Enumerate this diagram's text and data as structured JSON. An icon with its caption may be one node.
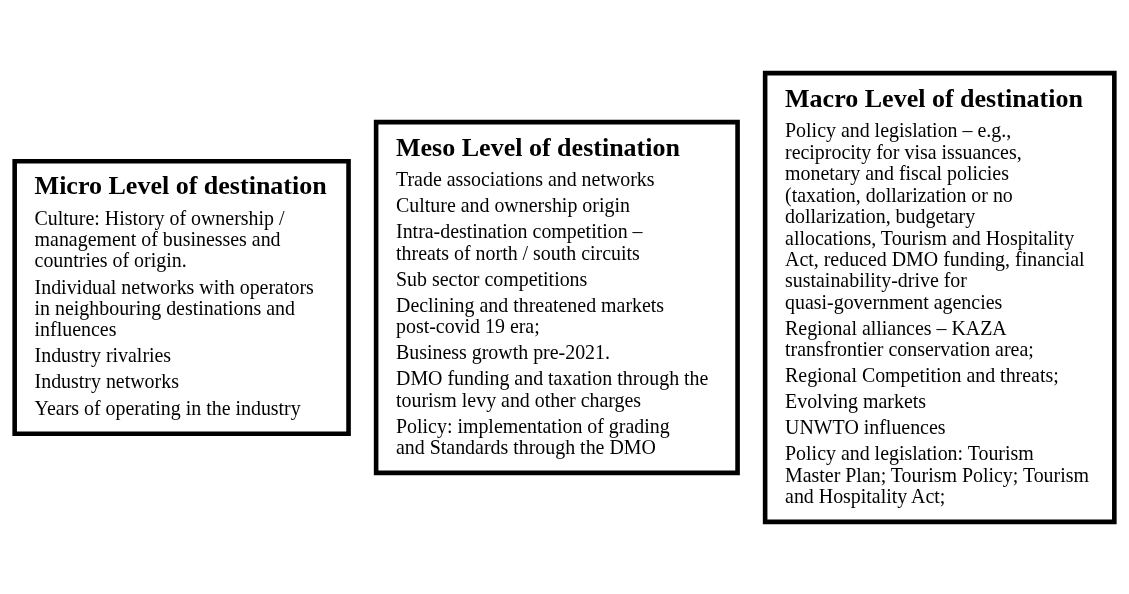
{
  "diagram": {
    "nodes": [
      {
        "text": [
          "Micro Level of destination",
          "Culture: History of ownership / management of businesses and countries of origin.",
          "Individual networks with operators in neighbouring destinations and influences",
          "Industry rivalries",
          "Industry networks",
          "Years of operating in the industry"
        ]
      },
      {
        "text": [
          "Meso Level of destination",
          "Trade associations and networks",
          "Culture and ownership origin",
          "Intra-destination competition – threats of north / south circuits",
          "Sub sector competitions",
          "Declining and threatened markets post-covid 19 era;",
          "Business growth pre-2021.",
          "DMO funding and taxation through the tourism levy and other charges",
          "Policy: implementation of grading and Standards through the DMO"
        ]
      },
      {
        "text": [
          "Macro Level of destination",
          "Policy and legislation – e.g., reciprocity for visa issuances, monetary and fiscal policies (taxation, dollarization or no dollarization, budgetary allocations, Tourism and Hospitality Act, reduced DMO funding, financial sustainability-drive for quasi-government agencies",
          "Regional alliances – KAZA transfrontier conservation area;",
          "Regional Competition and threats;",
          "Evolving markets",
          "UNWTO influences",
          "Policy and legislation: Tourism Master Plan; Tourism Policy; Tourism and Hospitality Act;"
        ]
      }
    ],
    "edges": []
  }
}
